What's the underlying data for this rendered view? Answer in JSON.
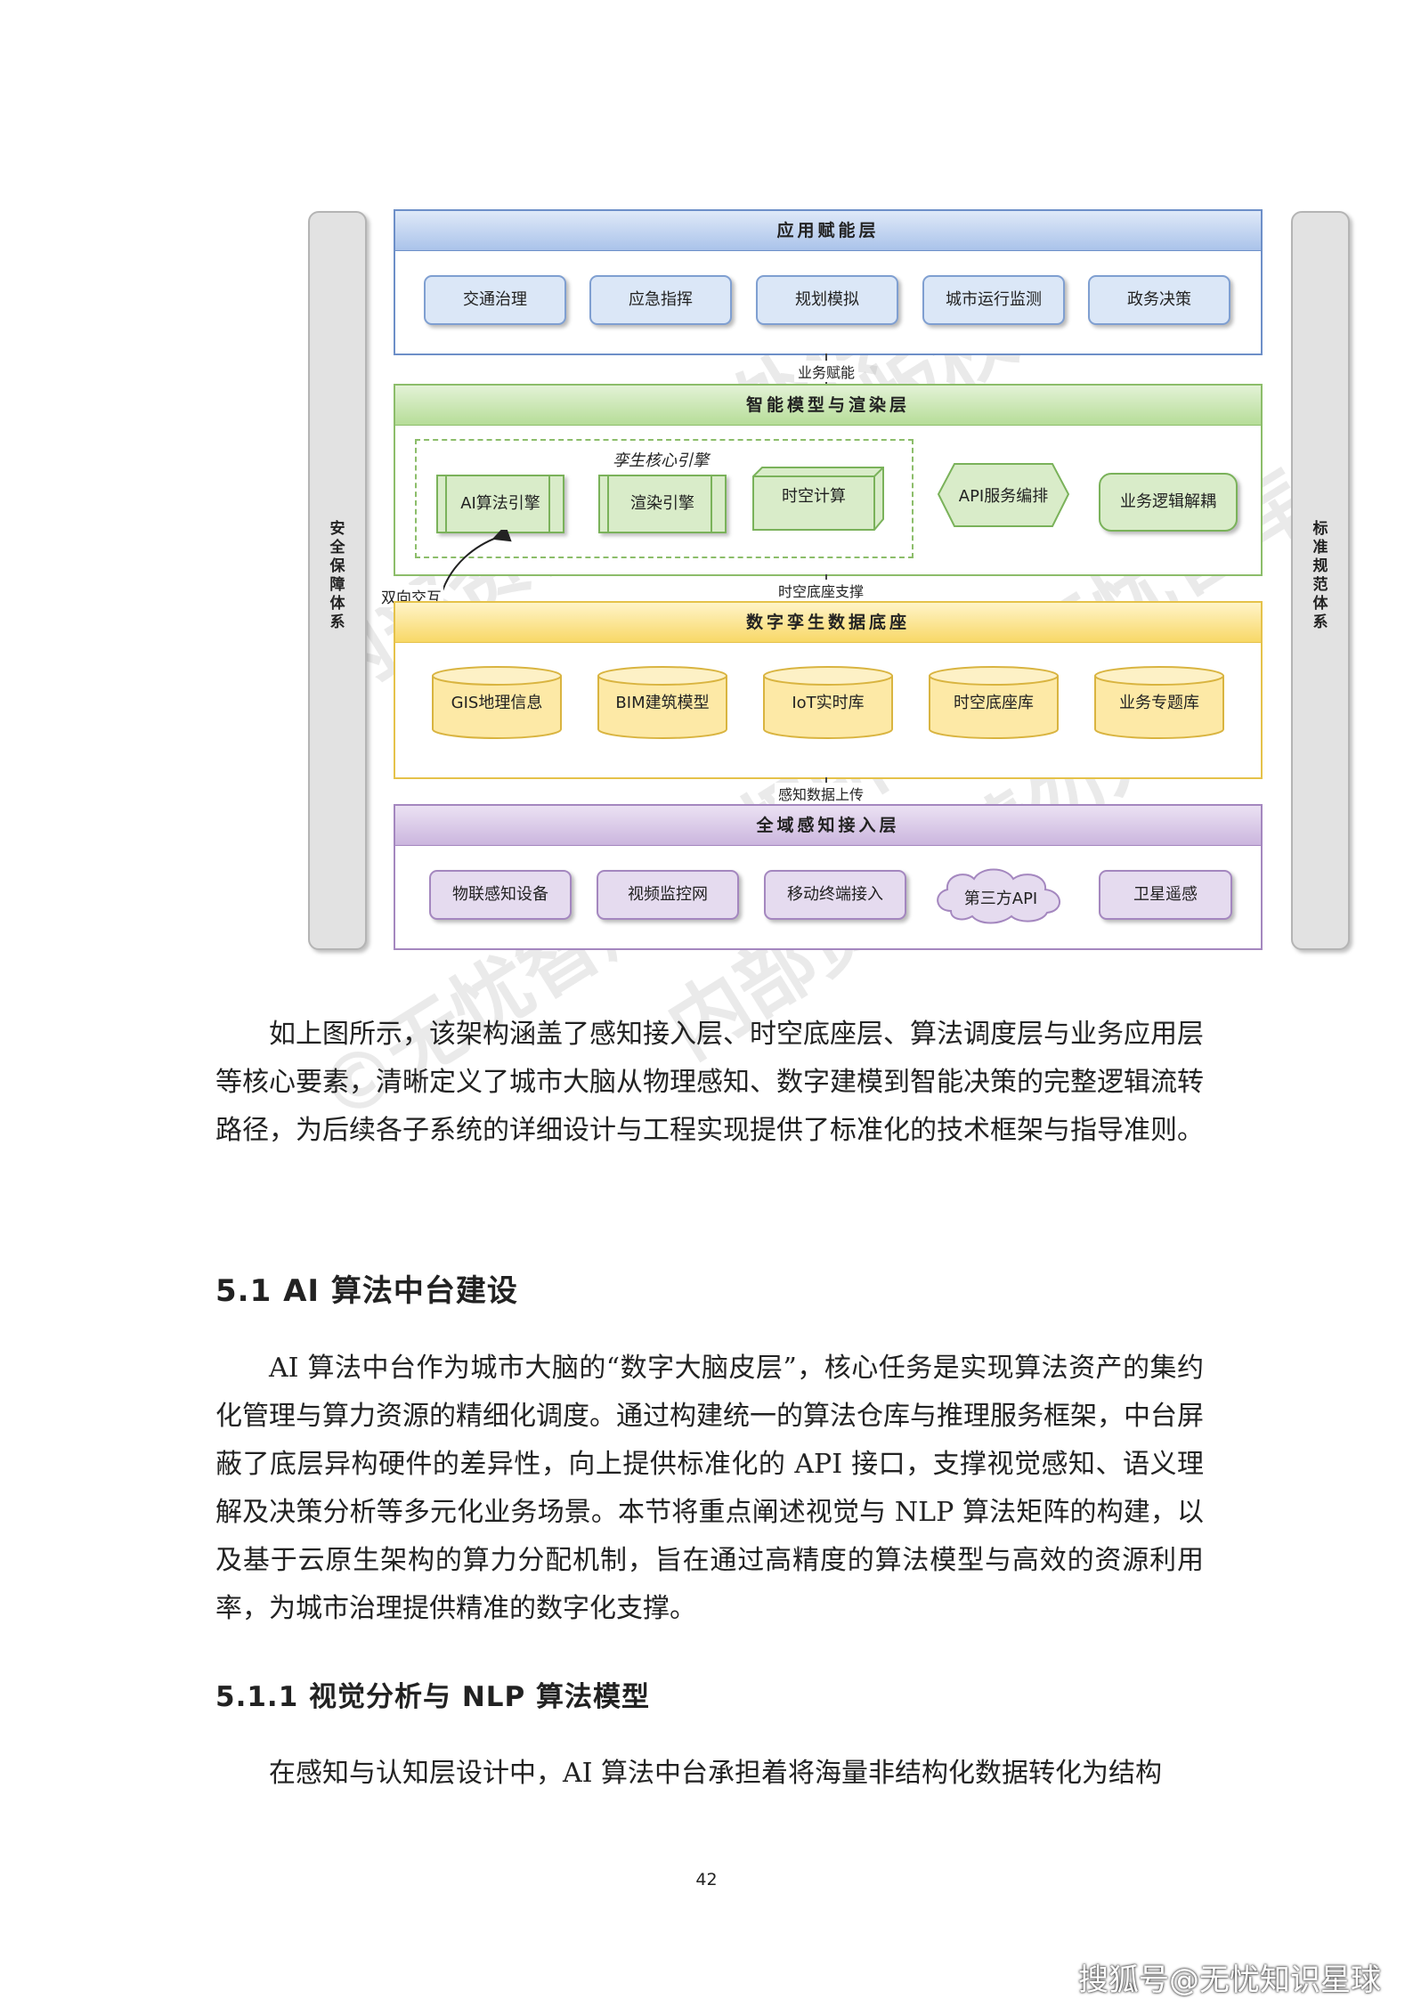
{
  "diagram": {
    "left_pillar": "安全保障体系",
    "right_pillar": "标准规范体系",
    "app_layer": {
      "title": "应用赋能层",
      "items": [
        "交通治理",
        "应急指挥",
        "规划模拟",
        "城市运行监测",
        "政务决策"
      ]
    },
    "conn1": "业务赋能",
    "model_layer": {
      "title": "智能模型与渲染层",
      "core_group": "孪生核心引擎",
      "items": [
        "AI算法引擎",
        "渲染引擎",
        "时空计算",
        "API服务编排",
        "业务逻辑解耦"
      ]
    },
    "conn2": "时空底座支撑",
    "bidirectional": "双向交互",
    "data_layer": {
      "title": "数字孪生数据底座",
      "items": [
        "GIS地理信息",
        "BIM建筑模型",
        "IoT实时库",
        "时空底座库",
        "业务专题库"
      ]
    },
    "conn3": "感知数据上传",
    "sense_layer": {
      "title": "全域感知接入层",
      "items": [
        "物联感知设备",
        "视频监控网",
        "移动终端接入",
        "第三方API",
        "卫星遥感"
      ]
    }
  },
  "paragraphs": {
    "p1": "如上图所示，该架构涵盖了感知接入层、时空底座层、算法调度层与业务应用层等核心要素，清晰定义了城市大脑从物理感知、数字建模到智能决策的完整逻辑流转路径，为后续各子系统的详细设计与工程实现提供了标准化的技术框架与指导准则。",
    "h2": "5.1 AI 算法中台建设",
    "p2": "AI 算法中台作为城市大脑的“数字大脑皮层”，核心任务是实现算法资产的集约化管理与算力资源的精细化调度。通过构建统一的算法仓库与推理服务框架，中台屏蔽了底层异构硬件的差异性，向上提供标准化的 API 接口，支撑视觉感知、语义理解及决策分析等多元化业务场景。本节将重点阐述视觉与 NLP 算法矩阵的构建，以及基于云原生架构的算力分配机制，旨在通过高精度的算法模型与高效的资源利用率，为城市治理提供精准的数字化支撑。",
    "h3": "5.1.1 视觉分析与 NLP 算法模型",
    "p3": "在感知与认知层设计中，AI 算法中台承担着将海量非结构化数据转化为结构"
  },
  "page_number": "42",
  "footer_watermark": "搜狐号@无忧知识星球",
  "watermarks": [
    "内部资料 请勿外传",
    "版权所有",
    "©无忧智库",
    "内部资料 请勿外传",
    "©无忧智库 版权所有"
  ]
}
